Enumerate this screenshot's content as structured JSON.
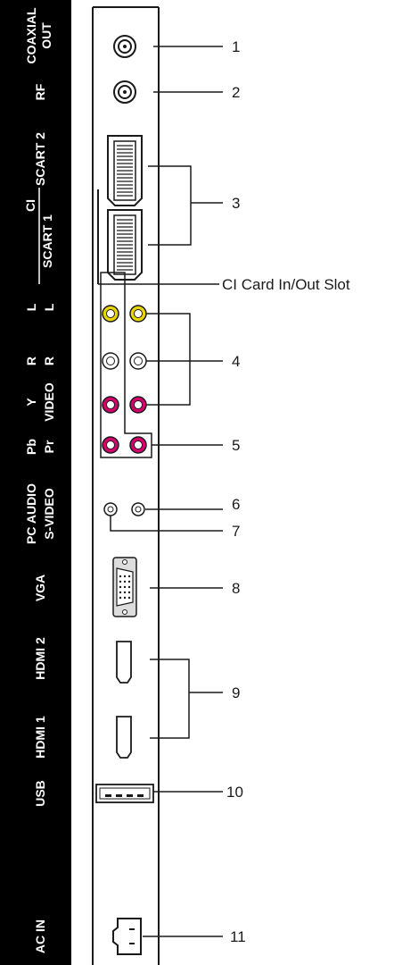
{
  "colors": {
    "strip": "#000000",
    "strip_text": "#ffffff",
    "rca_yellow": "#e8d400",
    "rca_magenta": "#d4006c",
    "rca_white": "#ffffff",
    "vga_fill": "#dddddd",
    "line": "#1a1a1a"
  },
  "side_labels": {
    "coaxial_out": [
      "COAXIAL",
      "OUT"
    ],
    "rf": "RF",
    "scart2": "SCART 2",
    "ci": "CI",
    "scart1": "SCART 1",
    "l": [
      "L",
      "L"
    ],
    "r": [
      "R",
      "R"
    ],
    "y_video": [
      "Y",
      "VIDEO"
    ],
    "pb_pr": [
      "Pb",
      "Pr"
    ],
    "pc_audio_svideo": [
      "PC AUDIO",
      "S-VIDEO"
    ],
    "vga": "VGA",
    "hdmi2": "HDMI 2",
    "hdmi1": "HDMI 1",
    "usb": "USB",
    "ac_in": "AC IN"
  },
  "callouts": {
    "n1": "1",
    "n2": "2",
    "n3": "3",
    "ci_slot": "CI Card In/Out Slot",
    "n4": "4",
    "n5": "5",
    "n6": "6",
    "n7": "7",
    "n8": "8",
    "n9": "9",
    "n10": "10",
    "n11": "11"
  },
  "icons": [
    "coaxial-jack",
    "rf-jack",
    "scart-connector",
    "rca-jack",
    "mini-jack",
    "vga-connector",
    "hdmi-port",
    "usb-port",
    "ac-inlet"
  ]
}
